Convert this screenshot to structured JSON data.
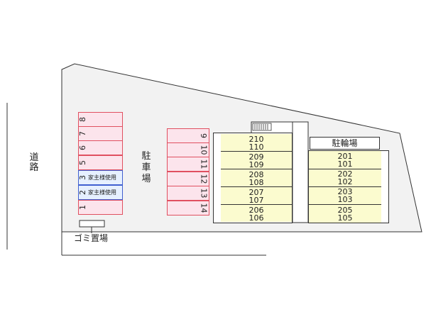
{
  "road_label": [
    "道",
    "路"
  ],
  "parking_label": [
    "駐",
    "車",
    "場"
  ],
  "bike_parking_label": "駐輪場",
  "trash_label": "ゴミ置場",
  "left_parking": {
    "slots": [
      "8",
      "7",
      "6",
      "5",
      "3",
      "2",
      "1"
    ],
    "reserved_label": "家主様使用",
    "reserved_slots": [
      "3",
      "2"
    ]
  },
  "middle_parking": {
    "slots": [
      "9",
      "10",
      "11",
      "12",
      "13",
      "14"
    ]
  },
  "building_left": {
    "rows": [
      {
        "upper": "210",
        "lower": "110"
      },
      {
        "upper": "209",
        "lower": "109"
      },
      {
        "upper": "208",
        "lower": "108"
      },
      {
        "upper": "207",
        "lower": "107"
      },
      {
        "upper": "206",
        "lower": "106"
      }
    ]
  },
  "building_right": {
    "rows": [
      {
        "upper": "201",
        "lower": "101"
      },
      {
        "upper": "202",
        "lower": "102"
      },
      {
        "upper": "203",
        "lower": "103"
      },
      {
        "upper": "205",
        "lower": "105"
      }
    ]
  },
  "colors": {
    "lot": "#f2f2f2",
    "parking_fill": "#fce4ec",
    "parking_border": "#e05060",
    "reserved_fill": "#e6f0ff",
    "reserved_border": "#4060d0",
    "building_fill": "#fbfbcf"
  }
}
